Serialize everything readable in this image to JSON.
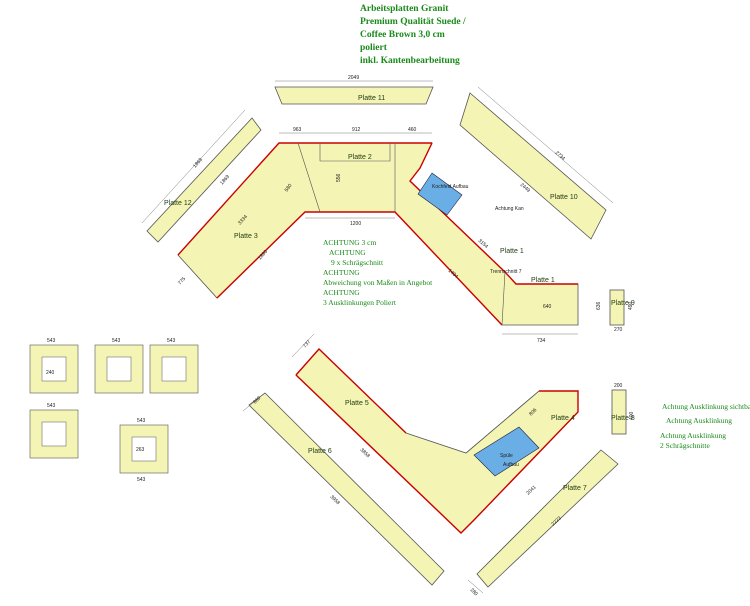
{
  "header": {
    "line1": "Arbeitsplatten Granit",
    "line2": "Premium Qualität Suede /",
    "line3": "Coffee Brown 3,0 cm",
    "line4": "poliert",
    "line5": "inkl. Kantenbearbeitung"
  },
  "notes_left": {
    "n1": "ACHTUNG 3 cm",
    "n2": "ACHTUNG",
    "n3": "9 x Schrägschnitt",
    "n4": "ACHTUNG",
    "n5": "Abweichung von Maßen in Angebot",
    "n6": "ACHTUNG",
    "n7": "3 Ausklinkungen Poliert"
  },
  "notes_right": {
    "n1": "Achtung Ausklinkung sichtbar",
    "n2": "Achtung Ausklinkung",
    "n3": "Achtung Ausklinkung",
    "n4": "2 Schrägschnitte"
  },
  "plates": {
    "p1": "Platte 1",
    "p2": "Platte 2",
    "p3": "Platte 3",
    "p4": "Platte 4",
    "p5": "Platte 5",
    "p6": "Platte 6",
    "p7": "Platte 7",
    "p8": "Platte 8",
    "p9": "Platte 9",
    "p10": "Platte 10",
    "p11": "Platte 11",
    "p12": "Platte 12"
  },
  "labels": {
    "kochfeld": "Kochfeld Aufbau",
    "kante_top": "Achtung Kan",
    "trennschnitt": "Trennschnitt 7",
    "spule_1": "Spüle",
    "spule_2": "Aufbau"
  },
  "dims": {
    "d2049": "2049",
    "d1868": "1868",
    "d1869": "1869",
    "d1005": "1005",
    "d963": "963",
    "d912": "912",
    "d460": "460",
    "d556": "556",
    "d580": "580",
    "d1200": "1200",
    "d3334": "3334",
    "d1880": "1880",
    "d775": "775",
    "d2734": "2734",
    "d2449": "2449",
    "d3154": "3154",
    "d1434": "1434",
    "d640": "640",
    "d734": "734",
    "d636": "636",
    "d490": "490",
    "d270": "270",
    "d737": "737",
    "d3858": "3858",
    "d3958": "3958",
    "d669": "669",
    "d806": "806",
    "d2041": "2041",
    "d2223": "2223",
    "d280": "280",
    "d200": "200",
    "d400": "400",
    "d543": "543",
    "d240": "240",
    "d263": "263"
  },
  "colors": {
    "plate_fill": "#f4f4b4",
    "plate_stroke": "#555555",
    "edge_red": "#cc0000",
    "sink_blue": "#6aaee6",
    "note_green": "#1a8a1a"
  }
}
